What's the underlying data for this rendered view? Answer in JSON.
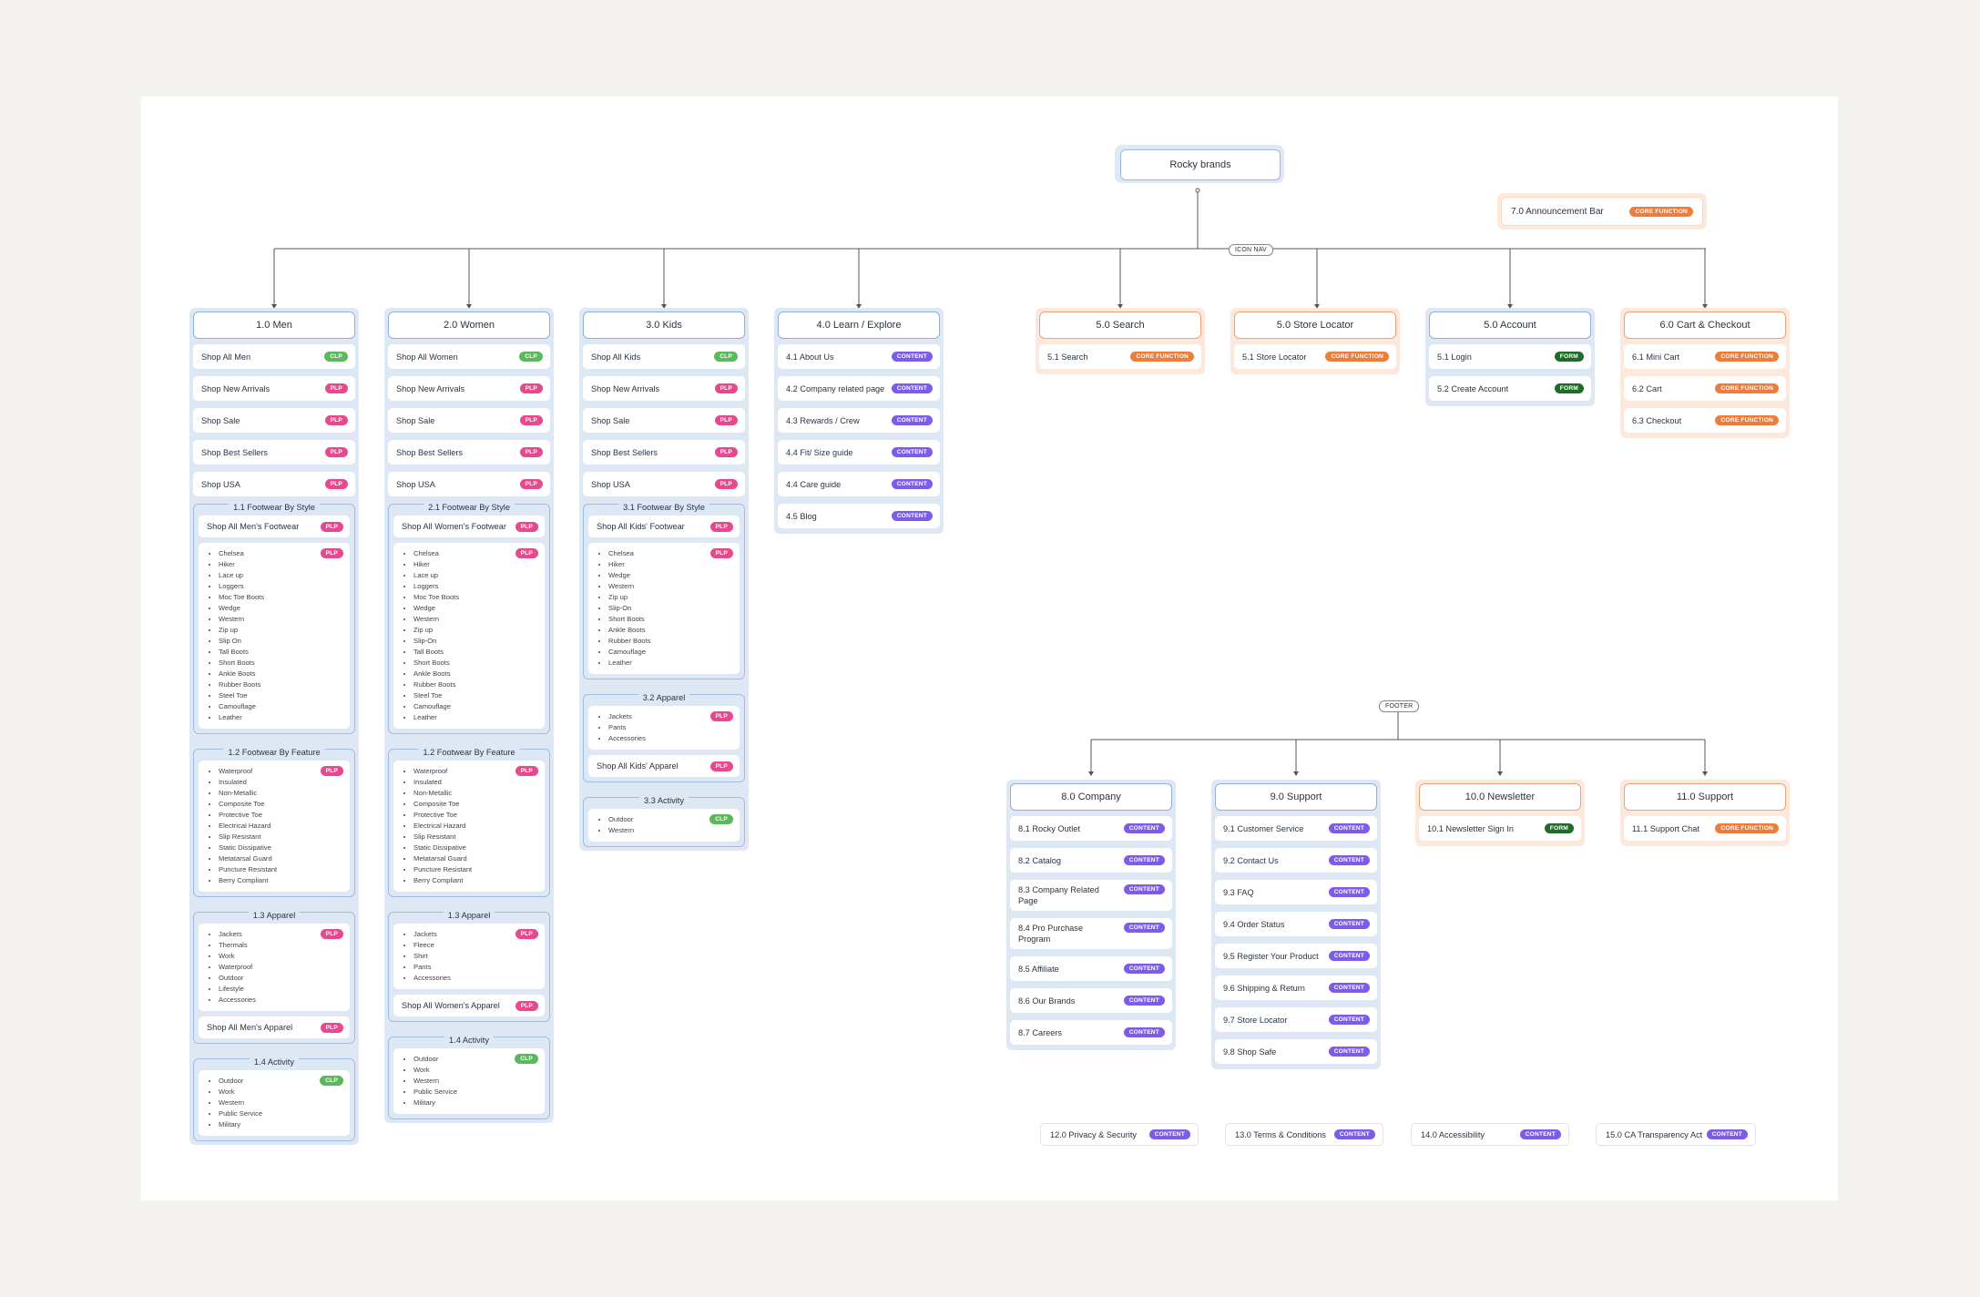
{
  "root": {
    "label": "Rocky brands"
  },
  "tags": {
    "icon_nav": "ICON NAV",
    "footer": "FOOTER"
  },
  "announcement": {
    "label": "7.0 Announcement Bar",
    "badge": "CORE FUNCTION"
  },
  "badge_colors": {
    "CLP": "#5cb85c",
    "PLP": "#e8498e",
    "CONTENT": "#7c5ce8",
    "CORE FUNCTION": "#ec7d3c",
    "FORM": "#1f6b2a"
  },
  "men": {
    "header": "1.0 Men",
    "items": [
      {
        "label": "Shop All Men",
        "badge": "CLP"
      },
      {
        "label": "Shop New Arrivals",
        "badge": "PLP"
      },
      {
        "label": "Shop Sale",
        "badge": "PLP"
      },
      {
        "label": "Shop Best Sellers",
        "badge": "PLP"
      },
      {
        "label": "Shop USA",
        "badge": "PLP"
      }
    ],
    "g1": {
      "title": "1.1 Footwear By Style",
      "shop_all": "Shop All Men's Footwear",
      "shop_all_badge": "PLP",
      "badge": "PLP",
      "list": [
        "Chelsea",
        "Hiker",
        "Lace up",
        "Loggers",
        "Moc Toe Boots",
        "Wedge",
        "Western",
        "Zip up",
        "Slip On",
        "Tall Boots",
        "Short Boots",
        "Ankle Boots",
        "Rubber Boots",
        "Steel Toe",
        "Camouflage",
        "Leather"
      ]
    },
    "g2": {
      "title": "1.2 Footwear By Feature",
      "badge": "PLP",
      "list": [
        "Waterproof",
        "Insulated",
        "Non-Metallic",
        "Composite Toe",
        "Protective Toe",
        "Electrical Hazard",
        "Slip Resistant",
        "Static Dissipative",
        "Metatarsal Guard",
        "Puncture Resistant",
        "Berry Compliant"
      ]
    },
    "g3": {
      "title": "1.3 Apparel",
      "badge": "PLP",
      "list": [
        "Jackets",
        "Thermals",
        "Work",
        "Waterproof",
        "Outdoor",
        "Lifestyle",
        "Accessories"
      ],
      "shop_all": "Shop All Men's Apparel",
      "shop_all_badge": "PLP"
    },
    "g4": {
      "title": "1.4 Activity",
      "badge": "CLP",
      "list": [
        "Outdoor",
        "Work",
        "Western",
        "Public Service",
        "Military"
      ]
    }
  },
  "women": {
    "header": "2.0 Women",
    "items": [
      {
        "label": "Shop All Women",
        "badge": "CLP"
      },
      {
        "label": "Shop New Arrivals",
        "badge": "PLP"
      },
      {
        "label": "Shop Sale",
        "badge": "PLP"
      },
      {
        "label": "Shop Best Sellers",
        "badge": "PLP"
      },
      {
        "label": "Shop USA",
        "badge": "PLP"
      }
    ],
    "g1": {
      "title": "2.1 Footwear By Style",
      "shop_all": "Shop All Women's Footwear",
      "shop_all_badge": "PLP",
      "badge": "PLP",
      "list": [
        "Chelsea",
        "Hiker",
        "Lace up",
        "Loggers",
        "Moc Toe Boots",
        "Wedge",
        "Western",
        "Zip up",
        "Slip-On",
        "Tall Boots",
        "Short Boots",
        "Ankle Boots",
        "Rubber Boots",
        "Steel Toe",
        "Camouflage",
        "Leather"
      ]
    },
    "g2": {
      "title": "1.2 Footwear By Feature",
      "badge": "PLP",
      "list": [
        "Waterproof",
        "Insulated",
        "Non-Metallic",
        "Composite Toe",
        "Protective Toe",
        "Electrical Hazard",
        "Slip Resistant",
        "Static Dissipative",
        "Metatarsal Guard",
        "Puncture Resistant",
        "Berry Compliant"
      ]
    },
    "g3": {
      "title": "1.3 Apparel",
      "badge": "PLP",
      "list": [
        "Jackets",
        "Fleece",
        "Shirt",
        "Pants",
        "Accessories"
      ],
      "shop_all": "Shop All Women's Apparel",
      "shop_all_badge": "PLP"
    },
    "g4": {
      "title": "1.4 Activity",
      "badge": "CLP",
      "list": [
        "Outdoor",
        "Work",
        "Western",
        "Public Service",
        "Military"
      ]
    }
  },
  "kids": {
    "header": "3.0 Kids",
    "items": [
      {
        "label": "Shop All Kids",
        "badge": "CLP"
      },
      {
        "label": "Shop New Arrivals",
        "badge": "PLP"
      },
      {
        "label": "Shop Sale",
        "badge": "PLP"
      },
      {
        "label": "Shop Best Sellers",
        "badge": "PLP"
      },
      {
        "label": "Shop USA",
        "badge": "PLP"
      }
    ],
    "g1": {
      "title": "3.1 Footwear By Style",
      "shop_all": "Shop All Kids' Footwear",
      "shop_all_badge": "PLP",
      "badge": "PLP",
      "list": [
        "Chelsea",
        "Hiker",
        "Wedge",
        "Western",
        "Zip up",
        "Slip-On",
        "Short Boots",
        "Ankle Boots",
        "Rubber Boots",
        "Camouflage",
        "Leather"
      ]
    },
    "g2": {
      "title": "3.2 Apparel",
      "badge": "PLP",
      "list": [
        "Jackets",
        "Pants",
        "Accessories"
      ],
      "shop_all": "Shop All Kids' Apparel",
      "shop_all_badge": "PLP"
    },
    "g3": {
      "title": "3.3 Activity",
      "badge": "CLP",
      "list": [
        "Outdoor",
        "Western"
      ]
    }
  },
  "learn": {
    "header": "4.0 Learn / Explore",
    "items": [
      {
        "label": "4.1 About Us",
        "badge": "CONTENT"
      },
      {
        "label": "4.2 Company related page",
        "badge": "CONTENT"
      },
      {
        "label": "4.3 Rewards / Crew",
        "badge": "CONTENT"
      },
      {
        "label": "4.4 Fit/ Size guide",
        "badge": "CONTENT"
      },
      {
        "label": "4.4 Care guide",
        "badge": "CONTENT"
      },
      {
        "label": "4.5 Blog",
        "badge": "CONTENT"
      }
    ]
  },
  "search": {
    "header": "5.0 Search",
    "items": [
      {
        "label": "5.1 Search",
        "badge": "CORE FUNCTION"
      }
    ]
  },
  "store": {
    "header": "5.0 Store Locator",
    "items": [
      {
        "label": "5.1 Store Locator",
        "badge": "CORE FUNCTION"
      }
    ]
  },
  "account": {
    "header": "5.0 Account",
    "items": [
      {
        "label": "5.1 Login",
        "badge": "FORM"
      },
      {
        "label": "5.2 Create Account",
        "badge": "FORM"
      }
    ]
  },
  "cart": {
    "header": "6.0 Cart & Checkout",
    "items": [
      {
        "label": "6.1 Mini Cart",
        "badge": "CORE FUNCTION"
      },
      {
        "label": "6.2 Cart",
        "badge": "CORE FUNCTION"
      },
      {
        "label": "6.3 Checkout",
        "badge": "CORE FUNCTION"
      }
    ]
  },
  "company": {
    "header": "8.0 Company",
    "items": [
      {
        "label": "8.1 Rocky Outlet",
        "badge": "CONTENT"
      },
      {
        "label": "8.2 Catalog",
        "badge": "CONTENT"
      },
      {
        "label": "8.3 Company Related Page",
        "badge": "CONTENT"
      },
      {
        "label": "8.4 Pro Purchase Program",
        "badge": "CONTENT"
      },
      {
        "label": "8.5 Affiliate",
        "badge": "CONTENT"
      },
      {
        "label": "8.6 Our Brands",
        "badge": "CONTENT"
      },
      {
        "label": "8.7 Careers",
        "badge": "CONTENT"
      }
    ]
  },
  "support": {
    "header": "9.0 Support",
    "items": [
      {
        "label": "9.1 Customer Service",
        "badge": "CONTENT"
      },
      {
        "label": "9.2 Contact Us",
        "badge": "CONTENT"
      },
      {
        "label": "9.3 FAQ",
        "badge": "CONTENT"
      },
      {
        "label": "9.4 Order Status",
        "badge": "CONTENT"
      },
      {
        "label": "9.5 Register Your Product",
        "badge": "CONTENT"
      },
      {
        "label": "9.6 Shipping & Return",
        "badge": "CONTENT"
      },
      {
        "label": "9.7 Store Locator",
        "badge": "CONTENT"
      },
      {
        "label": "9.8 Shop Safe",
        "badge": "CONTENT"
      }
    ]
  },
  "newsletter": {
    "header": "10.0 Newsletter",
    "items": [
      {
        "label": "10.1 Newsletter Sign In",
        "badge": "FORM"
      }
    ]
  },
  "support11": {
    "header": "11.0 Support",
    "items": [
      {
        "label": "11.1 Support Chat",
        "badge": "CORE FUNCTION"
      }
    ]
  },
  "legal": [
    {
      "label": "12.0 Privacy & Security",
      "badge": "CONTENT"
    },
    {
      "label": "13.0 Terms & Conditions",
      "badge": "CONTENT"
    },
    {
      "label": "14.0 Accessibility",
      "badge": "CONTENT"
    },
    {
      "label": "15.0 CA Transparency Act",
      "badge": "CONTENT"
    }
  ]
}
